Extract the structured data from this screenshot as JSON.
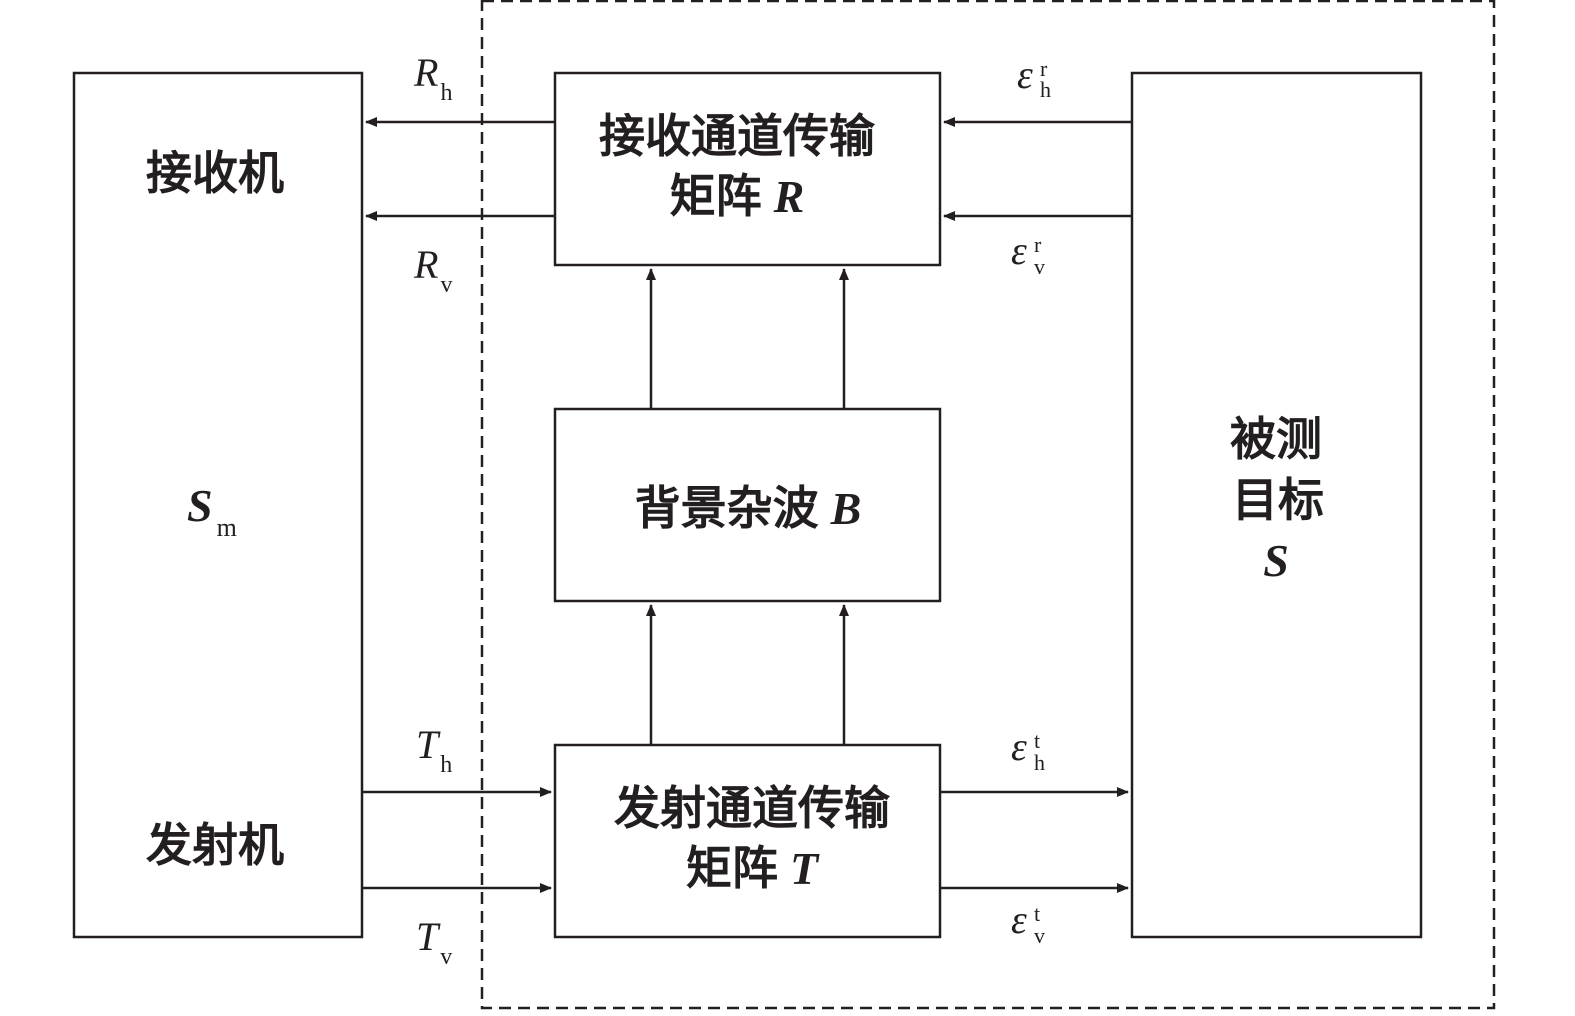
{
  "receiver": {
    "label": "接收机"
  },
  "system": {
    "symbol": "S",
    "subscript": "m"
  },
  "transmitter": {
    "label": "发射机"
  },
  "rx_matrix": {
    "line1": "接收通道传输",
    "line2": "矩阵",
    "symbol": "R"
  },
  "clutter": {
    "label": "背景杂波",
    "symbol": "B"
  },
  "tx_matrix": {
    "line1": "发射通道传输",
    "line2": "矩阵",
    "symbol": "T"
  },
  "target": {
    "line1": "被测",
    "line2": "目标",
    "symbol": "S"
  },
  "signals": {
    "R_h": {
      "base": "R",
      "sub": "h"
    },
    "R_v": {
      "base": "R",
      "sub": "v"
    },
    "T_h": {
      "base": "T",
      "sub": "h"
    },
    "T_v": {
      "base": "T",
      "sub": "v"
    },
    "eps_r_h": {
      "base": "ε",
      "sup": "r",
      "sub": "h"
    },
    "eps_r_v": {
      "base": "ε",
      "sup": "r",
      "sub": "v"
    },
    "eps_t_h": {
      "base": "ε",
      "sup": "t",
      "sub": "h"
    },
    "eps_t_v": {
      "base": "ε",
      "sup": "t",
      "sub": "v"
    }
  }
}
